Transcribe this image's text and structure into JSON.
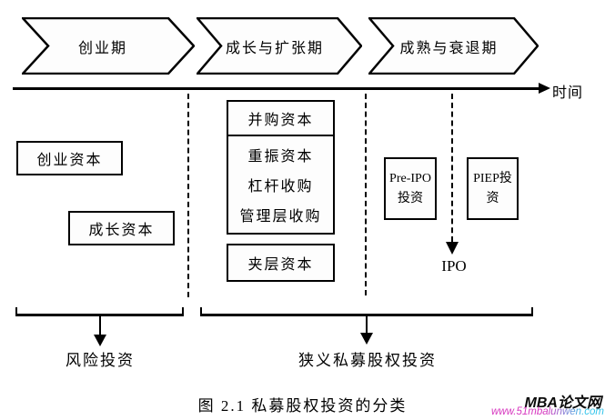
{
  "phases": [
    {
      "label": "创业期"
    },
    {
      "label": "成长与扩张期"
    },
    {
      "label": "成熟与衰退期"
    }
  ],
  "timeline": {
    "axis_label": "时间"
  },
  "boxes": {
    "startup_capital": "创业资本",
    "growth_capital": "成长资本",
    "ma_capital": "并购资本",
    "turnaround_capital": "重振资本",
    "leveraged_buyout": "杠杆收购",
    "management_buyout": "管理层收购",
    "mezzanine_capital": "夹层资本",
    "pre_ipo_investment": "Pre-IPO投资",
    "piep_investment": "PIEP投资"
  },
  "ipo": {
    "label": "IPO"
  },
  "groups": {
    "venture_label": "风险投资",
    "narrow_pe_label": "狭义私募股权投资"
  },
  "caption": {
    "text": "图 2.1 私募股权投资的分类"
  },
  "watermark": {
    "site_name": "MBA论文网",
    "site_url": "www.51mbalunwen.com",
    "url_color_start": "#d633be",
    "url_color_end": "#2fc3ea"
  },
  "colors": {
    "line": "#000000",
    "background": "#ffffff"
  }
}
